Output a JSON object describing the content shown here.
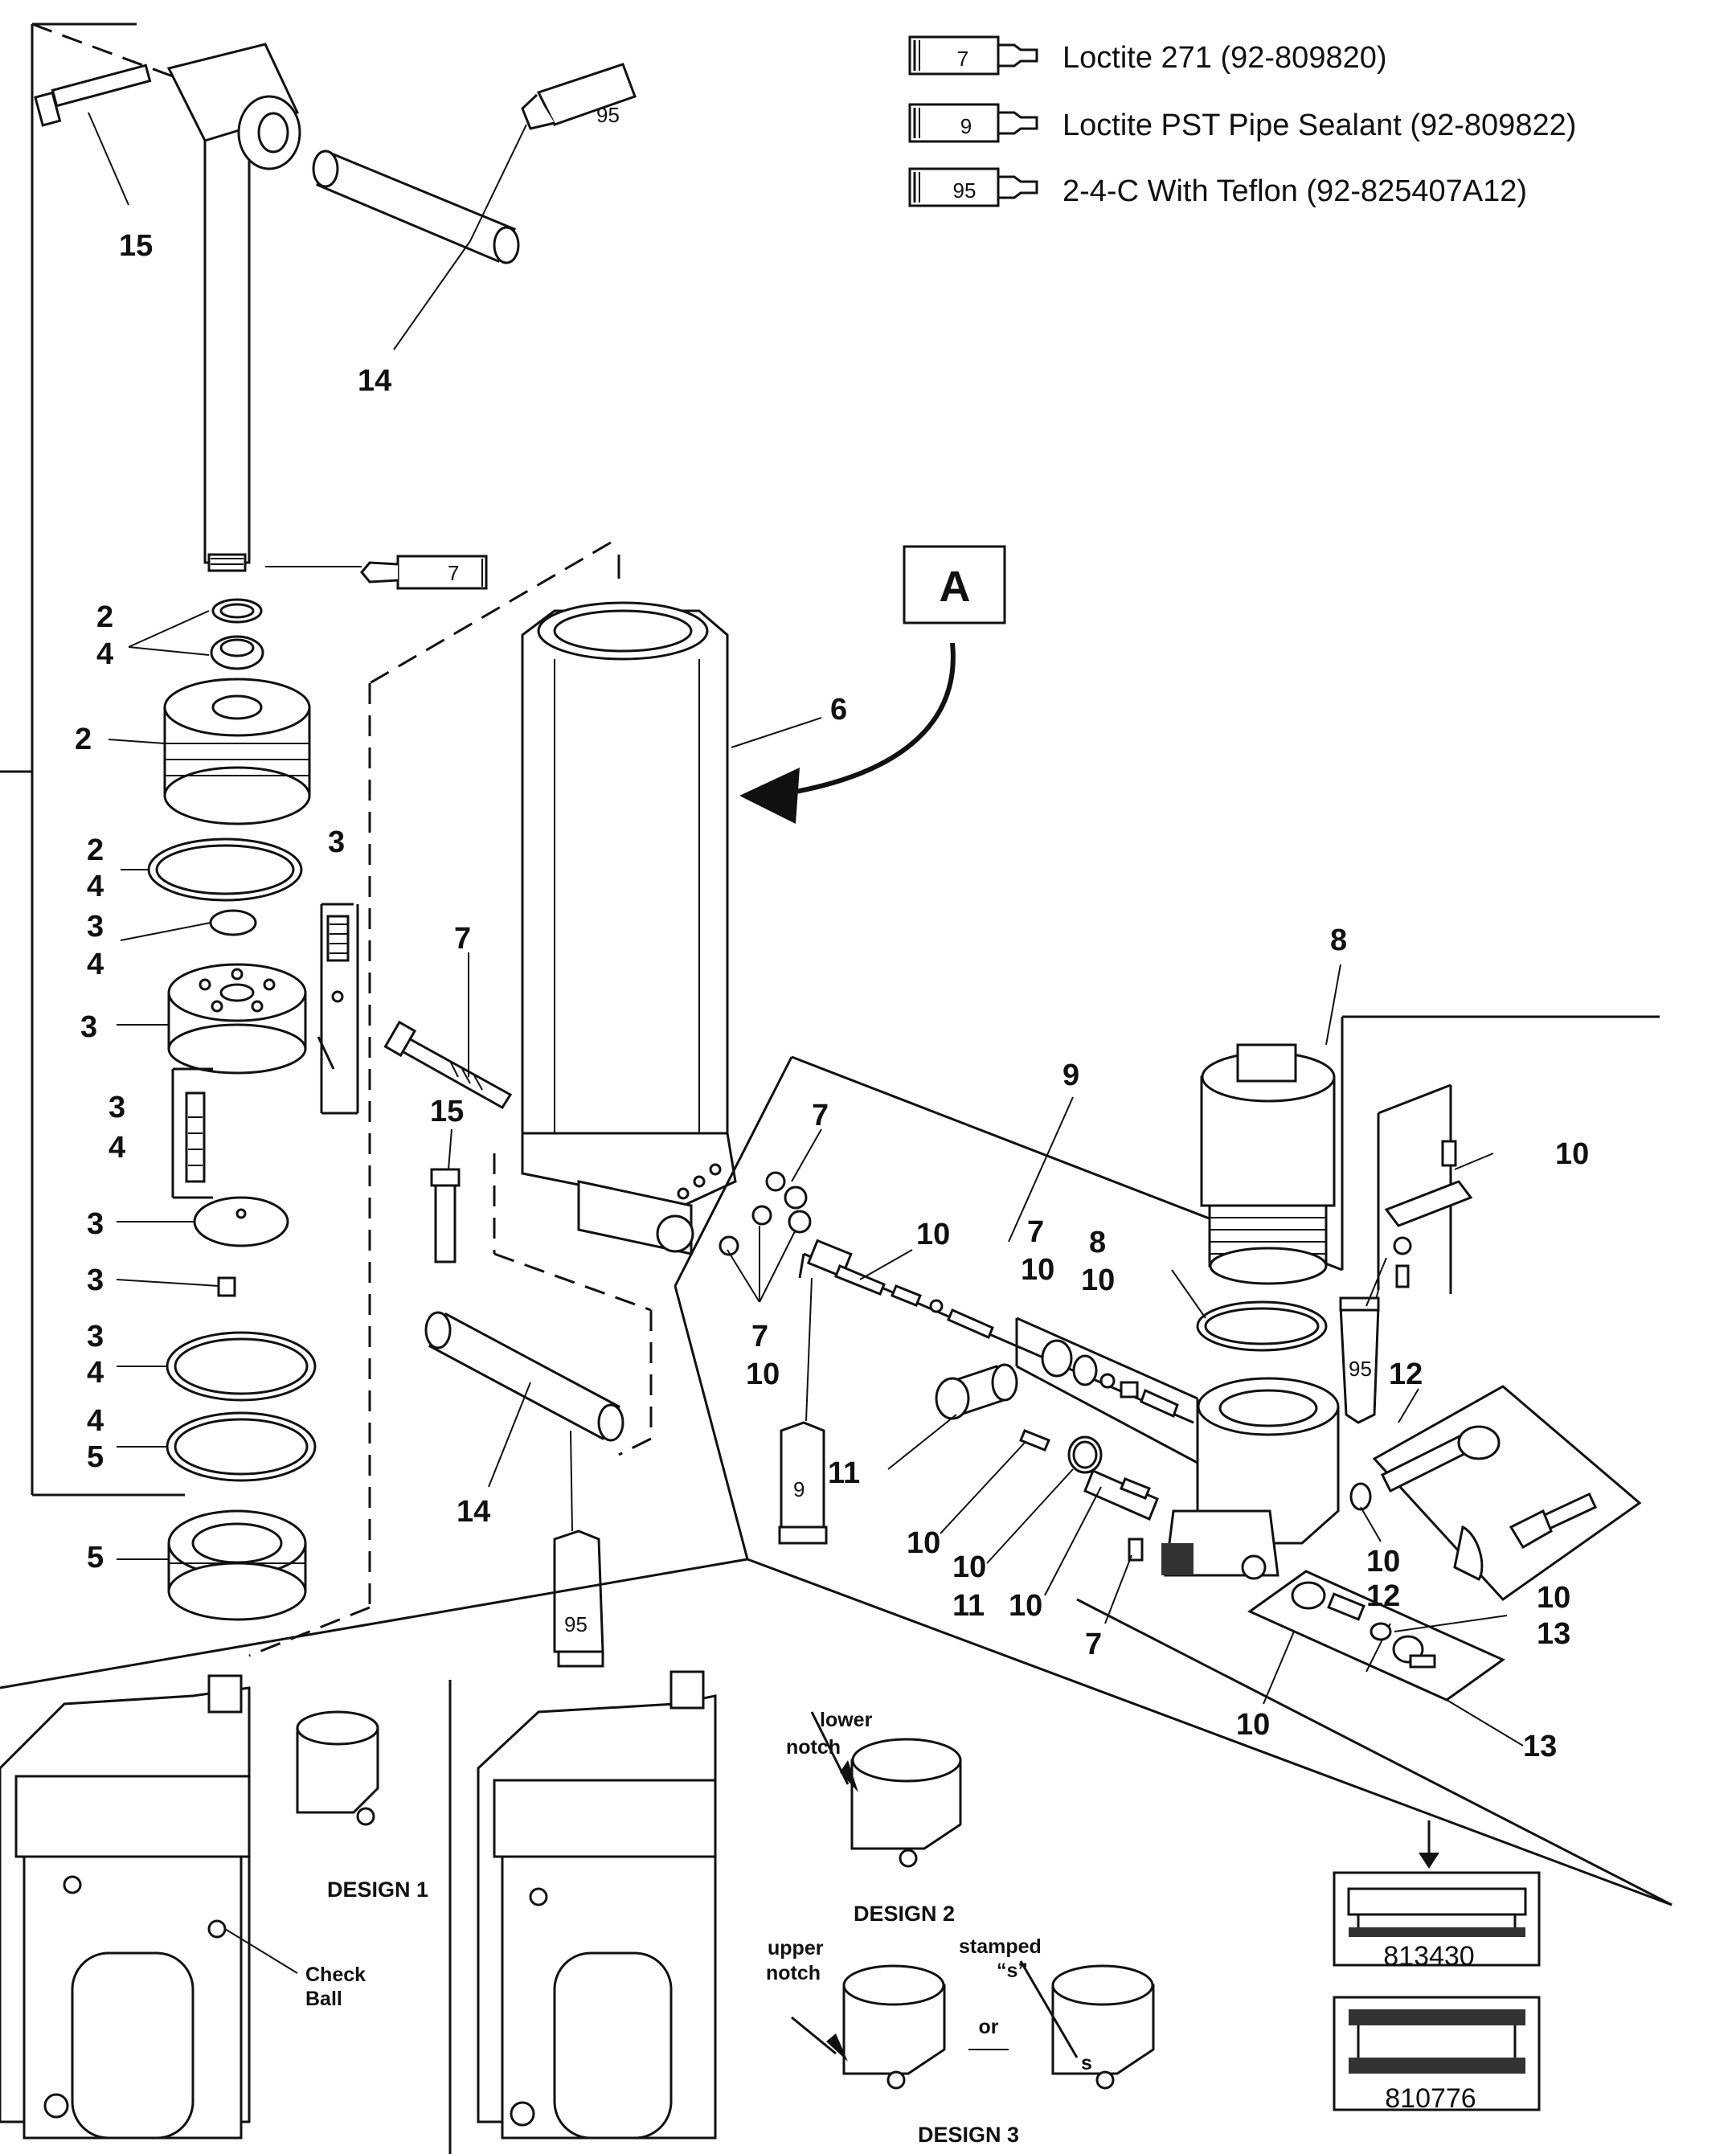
{
  "legend": [
    {
      "tube": "7",
      "text": "Loctite 271 (92-809820)"
    },
    {
      "tube": "9",
      "text": "Loctite PST Pipe Sealant (92-809822)"
    },
    {
      "tube": "95",
      "text": "2-4-C  With Teflon (92-825407A12)"
    }
  ],
  "view_label": "A",
  "tube_codes": {
    "c7": "7",
    "c9": "9",
    "c95": "95"
  },
  "callouts": {
    "n15a": "15",
    "n14a": "14",
    "n2a": "2",
    "n4a": "4",
    "n2b": "2",
    "n2c": "2",
    "n4b": "4",
    "n3a": "3",
    "n3b": "3",
    "n4c": "4",
    "n3c": "3",
    "n3d": "3",
    "n4d": "4",
    "n3e": "3",
    "n3f": "3",
    "n3g": "3",
    "n4e": "4",
    "n4f": "4",
    "n5a": "5",
    "n5b": "5",
    "n6": "6",
    "n7a": "7",
    "n15b": "15",
    "n14b": "14",
    "n8a": "8",
    "n9": "9",
    "n10a": "10",
    "n7b": "7",
    "n10b": "10",
    "n7c": "7",
    "n10c": "10",
    "n7d": "7",
    "n10d": "10",
    "n8b": "8",
    "n10e": "10",
    "n12a": "12",
    "n11a": "11",
    "n10f": "10",
    "n10g": "10",
    "n11b": "11",
    "n10h": "10",
    "n7e": "7",
    "n10i": "10",
    "n12b": "12",
    "n10j": "10",
    "n13a": "13",
    "n10k": "10",
    "n13b": "13"
  },
  "design_labels": {
    "d1": "DESIGN 1",
    "d2": "DESIGN 2",
    "d3": "DESIGN 3",
    "check_ball_1": "Check",
    "check_ball_2": "Ball",
    "lower_notch_1": "lower",
    "lower_notch_2": "notch",
    "upper_notch_1": "upper",
    "upper_notch_2": "notch",
    "stamped_1": "stamped",
    "stamped_2": "“s”",
    "or": "or",
    "s_mark": "s"
  },
  "part_numbers": {
    "p1": "813430",
    "p2": "810776"
  }
}
